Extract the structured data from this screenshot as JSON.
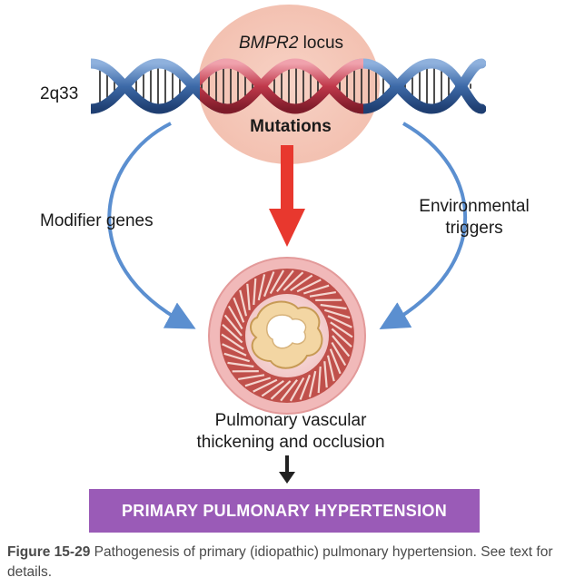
{
  "diagram": {
    "chromosome_band": "2q33",
    "locus_gene": "BMPR2",
    "locus_suffix": " locus",
    "mutations_label": "Mutations",
    "left_factor": "Modifier genes",
    "right_factor_line1": "Environmental",
    "right_factor_line2": "triggers",
    "outcome_line1": "Pulmonary vascular",
    "outcome_line2": "thickening and occlusion",
    "final_result": "PRIMARY PULMONARY HYPERTENSION"
  },
  "caption": {
    "figure_number": "Figure 15-29",
    "text": " Pathogenesis of primary (idiopathic) pulmonary hypertension. See text for details."
  },
  "colors": {
    "purple_box": "#9a5bb7",
    "red_arrow": "#e8382e",
    "blue_arrows": "#5b8fd0",
    "locus_glow": "#f6cdbf",
    "dna_blue": "#3d6aa8",
    "dna_red": "#c0394b"
  }
}
